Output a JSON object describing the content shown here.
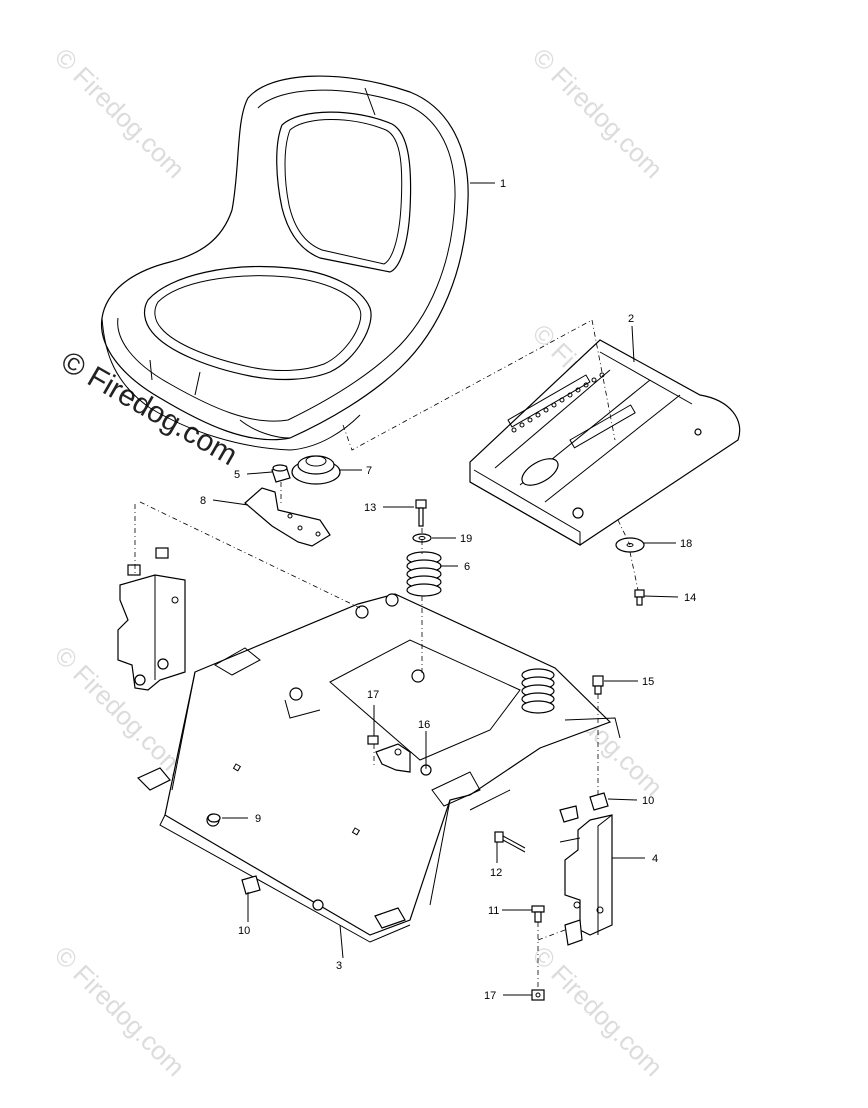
{
  "watermarks": {
    "small": "© Firedog.com",
    "big": "© Firedog.com"
  },
  "callouts": [
    {
      "label": "1"
    },
    {
      "label": "2"
    },
    {
      "label": "3"
    },
    {
      "label": "4"
    },
    {
      "label": "5"
    },
    {
      "label": "6"
    },
    {
      "label": "7"
    },
    {
      "label": "8"
    },
    {
      "label": "9"
    },
    {
      "label": "10"
    },
    {
      "label": "10"
    },
    {
      "label": "11"
    },
    {
      "label": "12"
    },
    {
      "label": "13"
    },
    {
      "label": "14"
    },
    {
      "label": "15"
    },
    {
      "label": "16"
    },
    {
      "label": "17"
    },
    {
      "label": "17"
    },
    {
      "label": "18"
    },
    {
      "label": "19"
    }
  ]
}
